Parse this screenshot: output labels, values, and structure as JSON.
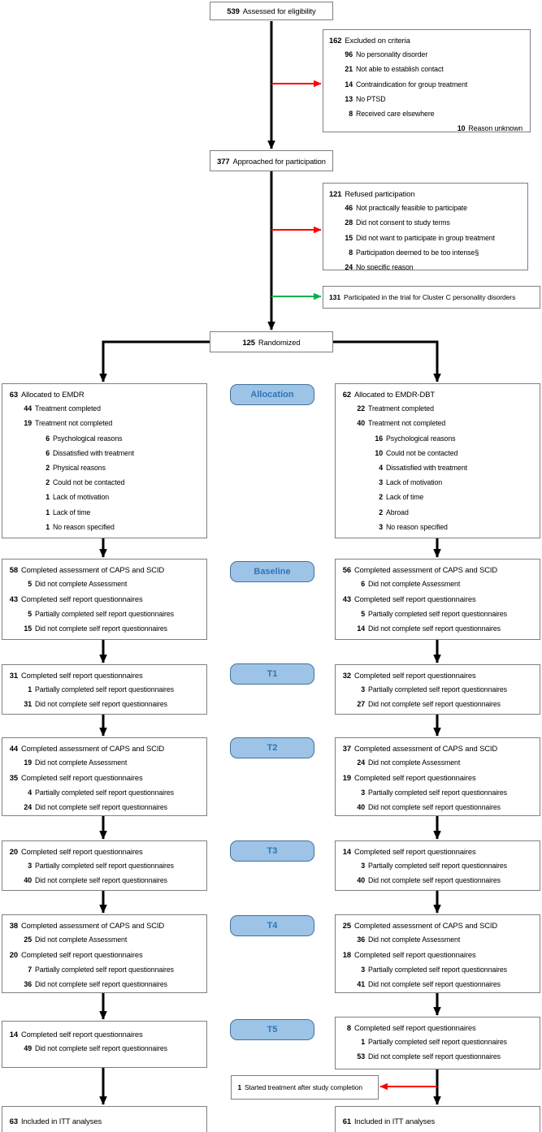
{
  "colors": {
    "stage_fill": "#9DC3E6",
    "stage_border": "#41719C",
    "stage_text": "#2E75B6",
    "box_border": "#7F7F7F",
    "line_black": "#000000",
    "arrow_red": "#FF0000",
    "arrow_green": "#00B050",
    "background": "#FFFFFF",
    "text": "#000000"
  },
  "stage_labels": [
    "Allocation",
    "Baseline",
    "T1",
    "T2",
    "T3",
    "T4",
    "T5"
  ],
  "boxes": {
    "eligibility": {
      "lines": [
        {
          "n": "539",
          "t": "Assessed for eligibility",
          "lvl": 0
        }
      ]
    },
    "excluded": {
      "lines": [
        {
          "n": "162",
          "t": "Excluded on criteria",
          "lvl": 0
        },
        {
          "n": "96",
          "t": "No personality disorder",
          "lvl": 1
        },
        {
          "n": "21",
          "t": "Not able to establish contact",
          "lvl": 1
        },
        {
          "n": "14",
          "t": "Contraindication for group treatment",
          "lvl": 1
        },
        {
          "n": "13",
          "t": "No PTSD",
          "lvl": 1
        },
        {
          "n": "8",
          "t": "Received care elsewhere",
          "lvl": 1
        },
        {
          "n": "10",
          "t": "Reason unknown",
          "lvl": 1,
          "align": "right"
        }
      ]
    },
    "approached": {
      "lines": [
        {
          "n": "377",
          "t": "Approached for participation",
          "lvl": 0
        }
      ]
    },
    "refused": {
      "lines": [
        {
          "n": "121",
          "t": "Refused participation",
          "lvl": 0
        },
        {
          "n": "46",
          "t": "Not practically feasible to participate",
          "lvl": 1
        },
        {
          "n": "28",
          "t": "Did not consent to study terms",
          "lvl": 1
        },
        {
          "n": "15",
          "t": "Did not want to participate in group treatment",
          "lvl": 1
        },
        {
          "n": "8",
          "t": "Participation deemed to be too intense§",
          "lvl": 1
        },
        {
          "n": "24",
          "t": "No specific reason",
          "lvl": 1
        }
      ]
    },
    "cluster_c": {
      "lines": [
        {
          "n": "131",
          "t": "Participated in the trial for Cluster C personality disorders",
          "lvl": 0
        }
      ]
    },
    "randomized": {
      "lines": [
        {
          "n": "125",
          "t": "Randomized",
          "lvl": 0
        }
      ]
    },
    "emdr_allocation": {
      "lines": [
        {
          "n": "63",
          "t": "Allocated to EMDR",
          "lvl": 0
        },
        {
          "n": "44",
          "t": "Treatment completed",
          "lvl": 1
        },
        {
          "n": "19",
          "t": "Treatment not completed",
          "lvl": 1
        },
        {
          "n": "6",
          "t": "Psychological reasons",
          "lvl": 2
        },
        {
          "n": "6",
          "t": "Dissatisfied with treatment",
          "lvl": 2
        },
        {
          "n": "2",
          "t": "Physical reasons",
          "lvl": 2
        },
        {
          "n": "2",
          "t": "Could not be contacted",
          "lvl": 2
        },
        {
          "n": "1",
          "t": "Lack of motivation",
          "lvl": 2
        },
        {
          "n": "1",
          "t": "Lack of time",
          "lvl": 2
        },
        {
          "n": "1",
          "t": "No reason specified",
          "lvl": 2
        }
      ]
    },
    "emdrdbt_allocation": {
      "lines": [
        {
          "n": "62",
          "t": "Allocated to EMDR-DBT",
          "lvl": 0
        },
        {
          "n": "22",
          "t": "Treatment completed",
          "lvl": 1
        },
        {
          "n": "40",
          "t": "Treatment not completed",
          "lvl": 1
        },
        {
          "n": "16",
          "t": "Psychological reasons",
          "lvl": 2
        },
        {
          "n": "10",
          "t": "Could not be contacted",
          "lvl": 2
        },
        {
          "n": "4",
          "t": "Dissatisfied with treatment",
          "lvl": 2
        },
        {
          "n": "3",
          "t": "Lack of motivation",
          "lvl": 2
        },
        {
          "n": "2",
          "t": "Lack of time",
          "lvl": 2
        },
        {
          "n": "2",
          "t": "Abroad",
          "lvl": 2
        },
        {
          "n": "3",
          "t": "No reason specified",
          "lvl": 2
        }
      ]
    },
    "emdr_baseline": {
      "lines": [
        {
          "n": "58",
          "t": "Completed assessment of CAPS and SCID",
          "lvl": 0
        },
        {
          "n": "5",
          "t": "Did not complete Assessment",
          "lvl": 1
        },
        {
          "n": "43",
          "t": "Completed self report questionnaires",
          "lvl": 0
        },
        {
          "n": "5",
          "t": "Partially completed self report questionnaires",
          "lvl": 1
        },
        {
          "n": "15",
          "t": "Did not complete self report questionnaires",
          "lvl": 1
        }
      ]
    },
    "emdrdbt_baseline": {
      "lines": [
        {
          "n": "56",
          "t": "Completed assessment of CAPS and SCID",
          "lvl": 0
        },
        {
          "n": "6",
          "t": "Did not complete Assessment",
          "lvl": 1
        },
        {
          "n": "43",
          "t": "Completed self report questionnaires",
          "lvl": 0
        },
        {
          "n": "5",
          "t": "Partially completed self report questionnaires",
          "lvl": 1
        },
        {
          "n": "14",
          "t": "Did not complete self report questionnaires",
          "lvl": 1
        }
      ]
    },
    "emdr_t1": {
      "lines": [
        {
          "n": "31",
          "t": "Completed self report questionnaires",
          "lvl": 0
        },
        {
          "n": "1",
          "t": "Partially completed self report questionnaires",
          "lvl": 1
        },
        {
          "n": "31",
          "t": "Did not complete self report questionnaires",
          "lvl": 1
        }
      ]
    },
    "emdrdbt_t1": {
      "lines": [
        {
          "n": "32",
          "t": "Completed self report questionnaires",
          "lvl": 0
        },
        {
          "n": "3",
          "t": "Partially completed self report questionnaires",
          "lvl": 1
        },
        {
          "n": "27",
          "t": "Did not complete self report questionnaires",
          "lvl": 1
        }
      ]
    },
    "emdr_t2": {
      "lines": [
        {
          "n": "44",
          "t": "Completed assessment of CAPS and SCID",
          "lvl": 0
        },
        {
          "n": "19",
          "t": "Did not complete Assessment",
          "lvl": 1
        },
        {
          "n": "35",
          "t": "Completed self report questionnaires",
          "lvl": 0
        },
        {
          "n": "4",
          "t": "Partially completed self report questionnaires",
          "lvl": 1
        },
        {
          "n": "24",
          "t": "Did not complete self report questionnaires",
          "lvl": 1
        }
      ]
    },
    "emdrdbt_t2": {
      "lines": [
        {
          "n": "37",
          "t": "Completed assessment of CAPS and SCID",
          "lvl": 0
        },
        {
          "n": "24",
          "t": "Did not complete Assessment",
          "lvl": 1
        },
        {
          "n": "19",
          "t": "Completed self report questionnaires",
          "lvl": 0
        },
        {
          "n": "3",
          "t": "Partially completed self report questionnaires",
          "lvl": 1
        },
        {
          "n": "40",
          "t": "Did not complete self report questionnaires",
          "lvl": 1
        }
      ]
    },
    "emdr_t3": {
      "lines": [
        {
          "n": "20",
          "t": "Completed self report questionnaires",
          "lvl": 0
        },
        {
          "n": "3",
          "t": "Partially completed self report questionnaires",
          "lvl": 1
        },
        {
          "n": "40",
          "t": "Did not complete self report questionnaires",
          "lvl": 1
        }
      ]
    },
    "emdrdbt_t3": {
      "lines": [
        {
          "n": "14",
          "t": "Completed self report questionnaires",
          "lvl": 0
        },
        {
          "n": "3",
          "t": "Partially completed self report questionnaires",
          "lvl": 1
        },
        {
          "n": "40",
          "t": "Did not complete self report questionnaires",
          "lvl": 1
        }
      ]
    },
    "emdr_t4": {
      "lines": [
        {
          "n": "38",
          "t": "Completed assessment of CAPS and SCID",
          "lvl": 0
        },
        {
          "n": "25",
          "t": "Did not complete Assessment",
          "lvl": 1
        },
        {
          "n": "20",
          "t": "Completed self report questionnaires",
          "lvl": 0
        },
        {
          "n": "7",
          "t": "Partially completed self report questionnaires",
          "lvl": 1
        },
        {
          "n": "36",
          "t": "Did not complete self report questionnaires",
          "lvl": 1
        }
      ]
    },
    "emdrdbt_t4": {
      "lines": [
        {
          "n": "25",
          "t": "Completed assessment of CAPS and SCID",
          "lvl": 0
        },
        {
          "n": "36",
          "t": "Did not complete Assessment",
          "lvl": 1
        },
        {
          "n": "18",
          "t": "Completed self report questionnaires",
          "lvl": 0
        },
        {
          "n": "3",
          "t": "Partially completed self report questionnaires",
          "lvl": 1
        },
        {
          "n": "41",
          "t": "Did not complete self report questionnaires",
          "lvl": 1
        }
      ]
    },
    "emdr_t5": {
      "lines": [
        {
          "n": "14",
          "t": "Completed self report questionnaires",
          "lvl": 0
        },
        {
          "n": "49",
          "t": "Did not complete self report questionnaires",
          "lvl": 1
        }
      ]
    },
    "emdrdbt_t5": {
      "lines": [
        {
          "n": "8",
          "t": "Completed self report questionnaires",
          "lvl": 0
        },
        {
          "n": "1",
          "t": "Partially completed self report questionnaires",
          "lvl": 1
        },
        {
          "n": "53",
          "t": "Did not complete self report questionnaires",
          "lvl": 1
        }
      ]
    },
    "started_after": {
      "lines": [
        {
          "n": "1",
          "t": "Started treatment after study completion",
          "lvl": 0
        }
      ]
    },
    "emdr_itt": {
      "lines": [
        {
          "n": "63",
          "t": "Included in ITT analyses",
          "lvl": 0
        }
      ]
    },
    "emdrdbt_itt": {
      "lines": [
        {
          "n": "61",
          "t": "Included in ITT analyses",
          "lvl": 0
        }
      ]
    }
  }
}
